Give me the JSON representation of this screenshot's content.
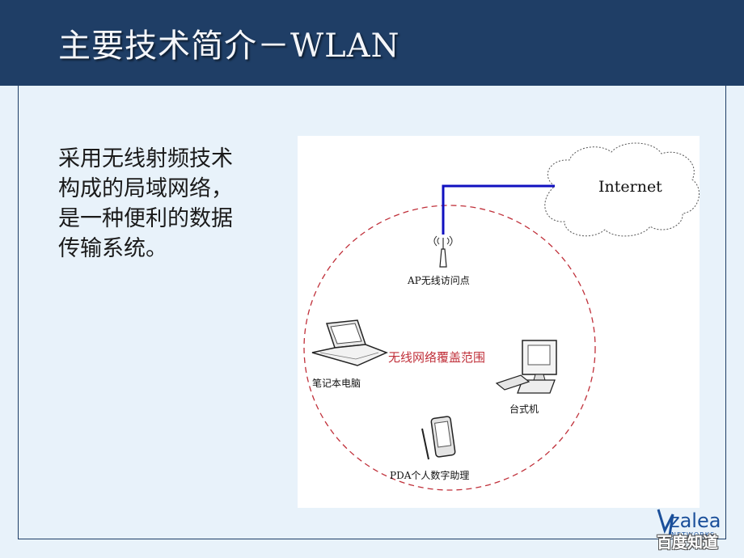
{
  "slide": {
    "title": "主要技术简介－WLAN",
    "body_lines": [
      "采用无线射频技术",
      "构成的局域网络，",
      "是一种便利的数据",
      "传输系统。"
    ]
  },
  "diagram": {
    "internet_label": "Internet",
    "ap_label": "AP无线访问点",
    "coverage_label": "无线网络覆盖范围",
    "laptop_label": "笔记本电脑",
    "desktop_label": "台式机",
    "pda_label": "PDA个人数字助理"
  },
  "logo": {
    "brand": "zalea",
    "sub": "NETWORKS"
  },
  "watermark": "百度知道",
  "colors": {
    "title_bar": "#1f3e66",
    "slide_bg": "#e8f2fa",
    "link_line": "#1010c0",
    "coverage": "#c0303a"
  }
}
